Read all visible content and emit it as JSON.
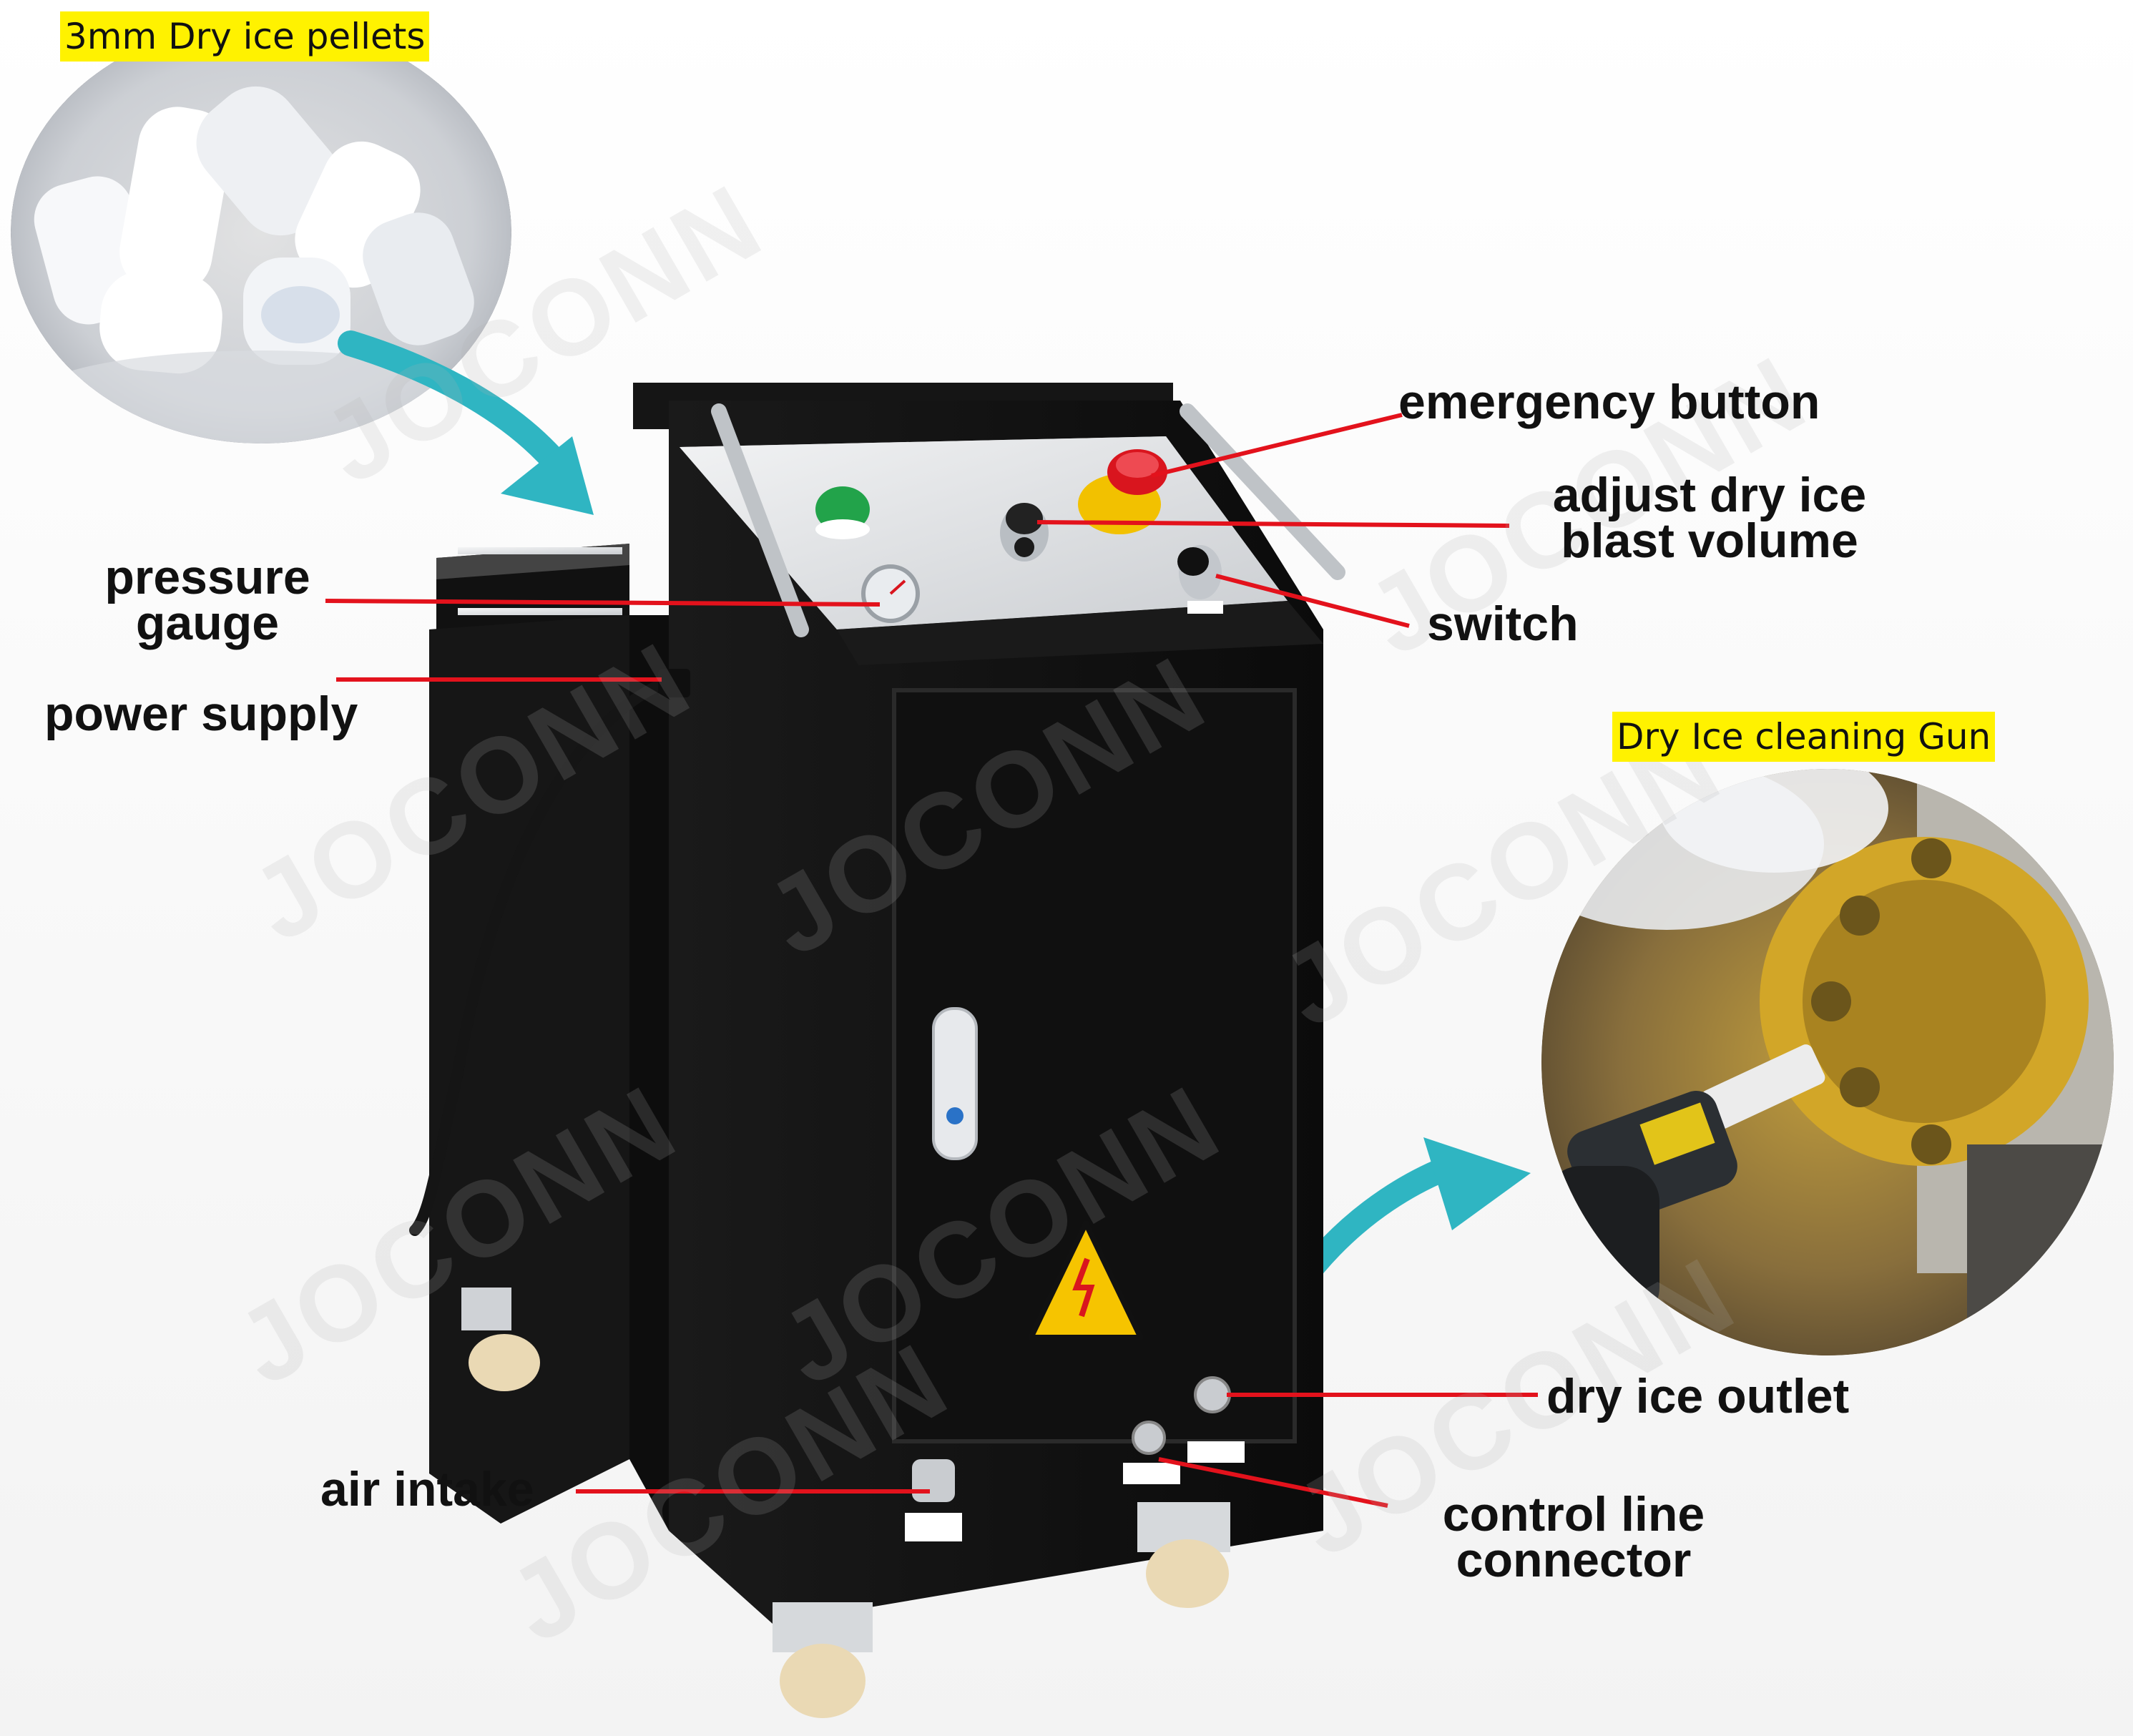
{
  "tags": {
    "pellets": "3mm Dry ice pellets",
    "gun": "Dry Ice cleaning Gun"
  },
  "labels": {
    "emergency": "emergency button",
    "adjust_line1": "adjust dry ice",
    "adjust_line2": "blast volume",
    "switch": "switch",
    "pressure_line1": "pressure",
    "pressure_line2": "gauge",
    "power": "power supply",
    "outlet": "dry ice outlet",
    "control_line1": "control line",
    "control_line2": "connector",
    "air": "air intake"
  },
  "watermark": "JOCONN",
  "icons": {
    "arrow_color": "#2fb5c2",
    "leader_color": "#e3121c",
    "warning_color": "#f6c400",
    "estop_color": "#d9151e",
    "start_color": "#22a34a"
  }
}
